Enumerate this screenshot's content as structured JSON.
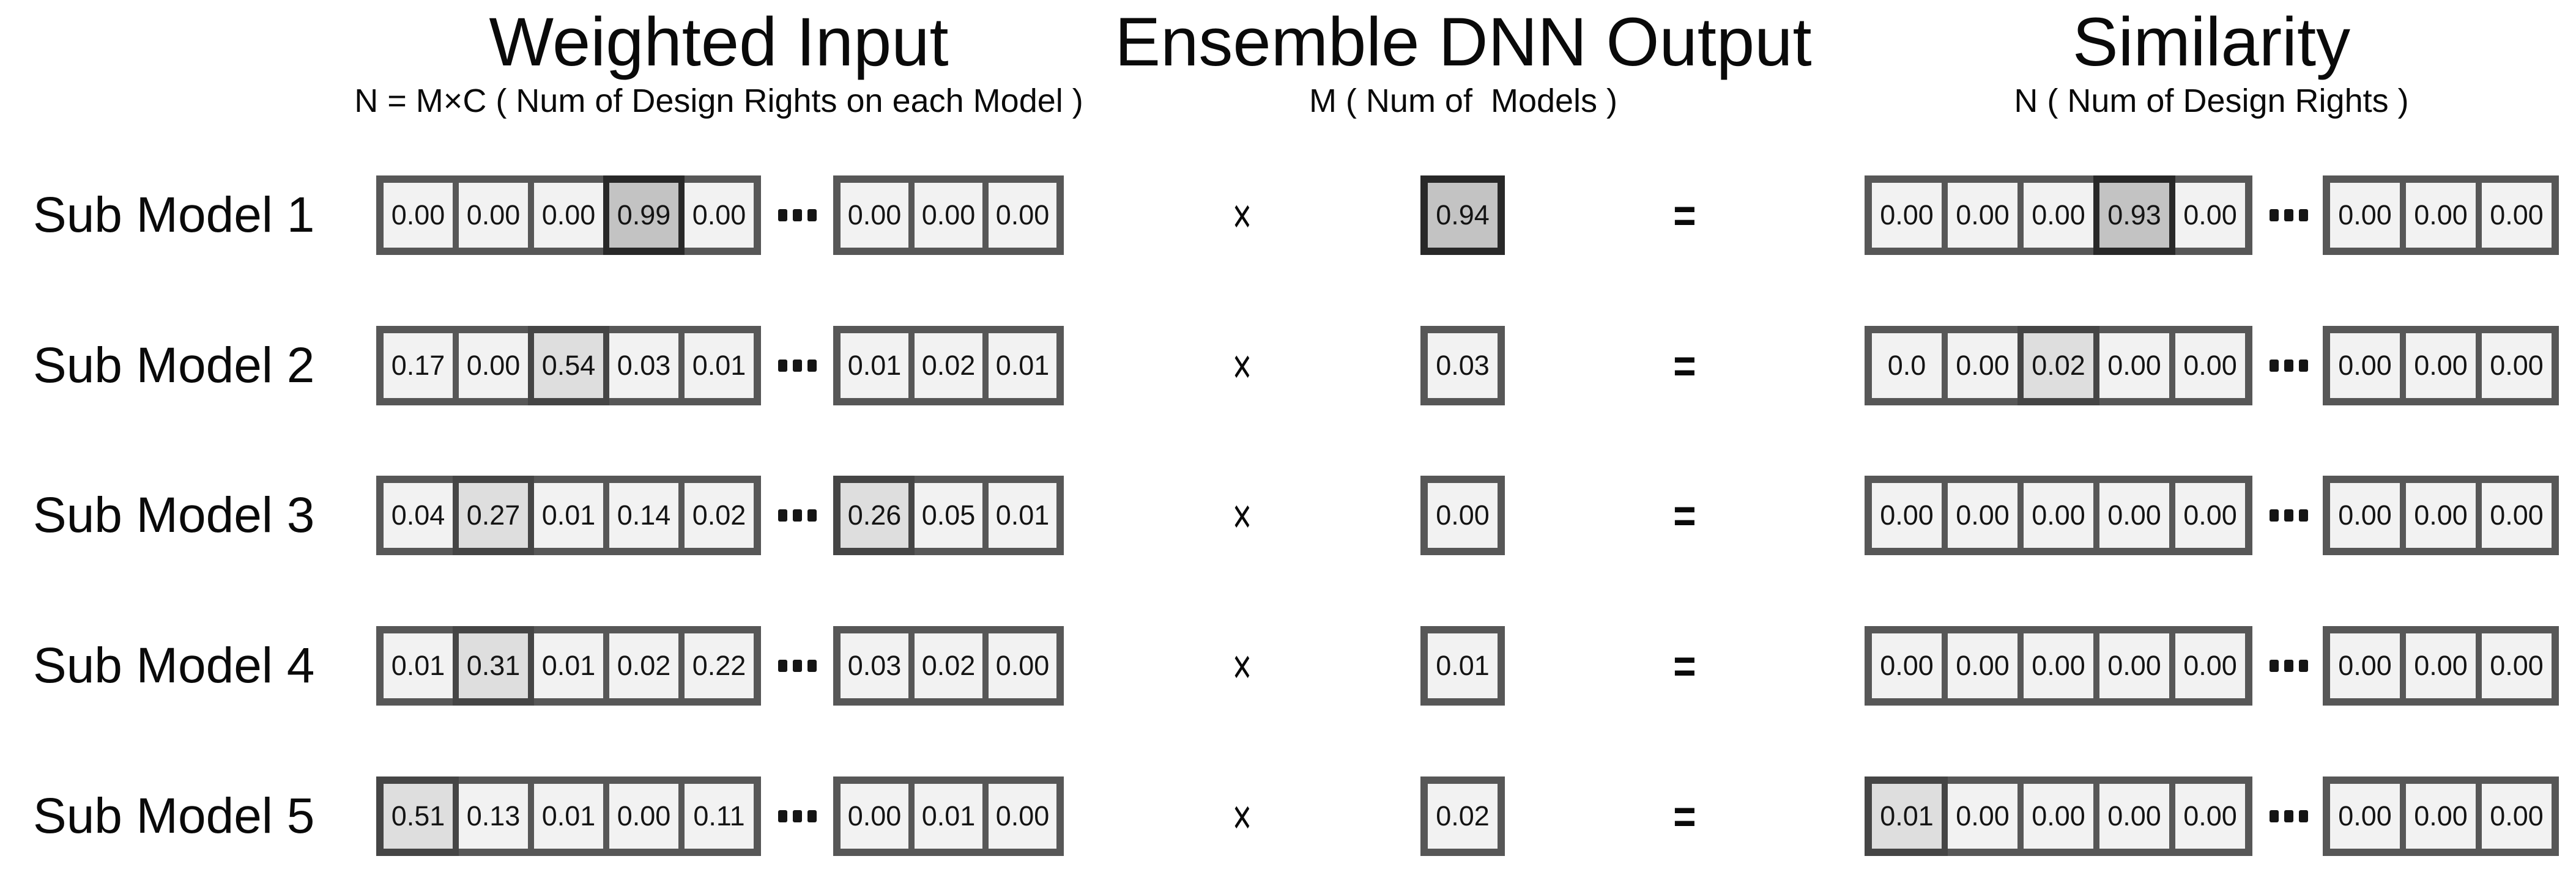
{
  "colors": {
    "frame": "#575757",
    "frame_mid": "#454545",
    "frame_strong": "#282828",
    "cell": "#f2f2f2",
    "cell_mid": "#dedede",
    "cell_strong": "#c3c3c3",
    "text": "#111111"
  },
  "headers": [
    {
      "title": "Weighted Input",
      "subtitle": "N = M×C ( Num of Design Rights on each Model )"
    },
    {
      "title": "Ensemble DNN Output",
      "subtitle": "M ( Num of  Models )"
    },
    {
      "title": "Similarity",
      "subtitle": "N ( Num of Design Rights )"
    }
  ],
  "operators": {
    "multiply": "×",
    "equals": "="
  },
  "ellipsis": "···",
  "rows": [
    {
      "label": "Sub Model 1",
      "weighted_head": [
        {
          "v": "0.00",
          "hl": "none"
        },
        {
          "v": "0.00",
          "hl": "none"
        },
        {
          "v": "0.00",
          "hl": "none"
        },
        {
          "v": "0.99",
          "hl": "strong"
        },
        {
          "v": "0.00",
          "hl": "none"
        }
      ],
      "weighted_tail": [
        {
          "v": "0.00",
          "hl": "none"
        },
        {
          "v": "0.00",
          "hl": "none"
        },
        {
          "v": "0.00",
          "hl": "none"
        }
      ],
      "output": {
        "v": "0.94",
        "hl": "strong"
      },
      "similarity_head": [
        {
          "v": "0.00",
          "hl": "none"
        },
        {
          "v": "0.00",
          "hl": "none"
        },
        {
          "v": "0.00",
          "hl": "none"
        },
        {
          "v": "0.93",
          "hl": "strong"
        },
        {
          "v": "0.00",
          "hl": "none"
        }
      ],
      "similarity_tail": [
        {
          "v": "0.00",
          "hl": "none"
        },
        {
          "v": "0.00",
          "hl": "none"
        },
        {
          "v": "0.00",
          "hl": "none"
        }
      ]
    },
    {
      "label": "Sub Model 2",
      "weighted_head": [
        {
          "v": "0.17",
          "hl": "none"
        },
        {
          "v": "0.00",
          "hl": "none"
        },
        {
          "v": "0.54",
          "hl": "mid"
        },
        {
          "v": "0.03",
          "hl": "none"
        },
        {
          "v": "0.01",
          "hl": "none"
        }
      ],
      "weighted_tail": [
        {
          "v": "0.01",
          "hl": "none"
        },
        {
          "v": "0.02",
          "hl": "none"
        },
        {
          "v": "0.01",
          "hl": "none"
        }
      ],
      "output": {
        "v": "0.03",
        "hl": "none"
      },
      "similarity_head": [
        {
          "v": "0.0",
          "hl": "none"
        },
        {
          "v": "0.00",
          "hl": "none"
        },
        {
          "v": "0.02",
          "hl": "mid"
        },
        {
          "v": "0.00",
          "hl": "none"
        },
        {
          "v": "0.00",
          "hl": "none"
        }
      ],
      "similarity_tail": [
        {
          "v": "0.00",
          "hl": "none"
        },
        {
          "v": "0.00",
          "hl": "none"
        },
        {
          "v": "0.00",
          "hl": "none"
        }
      ]
    },
    {
      "label": "Sub Model 3",
      "weighted_head": [
        {
          "v": "0.04",
          "hl": "none"
        },
        {
          "v": "0.27",
          "hl": "mid"
        },
        {
          "v": "0.01",
          "hl": "none"
        },
        {
          "v": "0.14",
          "hl": "none"
        },
        {
          "v": "0.02",
          "hl": "none"
        }
      ],
      "weighted_tail": [
        {
          "v": "0.26",
          "hl": "mid"
        },
        {
          "v": "0.05",
          "hl": "none"
        },
        {
          "v": "0.01",
          "hl": "none"
        }
      ],
      "output": {
        "v": "0.00",
        "hl": "none"
      },
      "similarity_head": [
        {
          "v": "0.00",
          "hl": "none"
        },
        {
          "v": "0.00",
          "hl": "none"
        },
        {
          "v": "0.00",
          "hl": "none"
        },
        {
          "v": "0.00",
          "hl": "none"
        },
        {
          "v": "0.00",
          "hl": "none"
        }
      ],
      "similarity_tail": [
        {
          "v": "0.00",
          "hl": "none"
        },
        {
          "v": "0.00",
          "hl": "none"
        },
        {
          "v": "0.00",
          "hl": "none"
        }
      ]
    },
    {
      "label": "Sub Model 4",
      "weighted_head": [
        {
          "v": "0.01",
          "hl": "none"
        },
        {
          "v": "0.31",
          "hl": "mid"
        },
        {
          "v": "0.01",
          "hl": "none"
        },
        {
          "v": "0.02",
          "hl": "none"
        },
        {
          "v": "0.22",
          "hl": "none"
        }
      ],
      "weighted_tail": [
        {
          "v": "0.03",
          "hl": "none"
        },
        {
          "v": "0.02",
          "hl": "none"
        },
        {
          "v": "0.00",
          "hl": "none"
        }
      ],
      "output": {
        "v": "0.01",
        "hl": "none"
      },
      "similarity_head": [
        {
          "v": "0.00",
          "hl": "none"
        },
        {
          "v": "0.00",
          "hl": "none"
        },
        {
          "v": "0.00",
          "hl": "none"
        },
        {
          "v": "0.00",
          "hl": "none"
        },
        {
          "v": "0.00",
          "hl": "none"
        }
      ],
      "similarity_tail": [
        {
          "v": "0.00",
          "hl": "none"
        },
        {
          "v": "0.00",
          "hl": "none"
        },
        {
          "v": "0.00",
          "hl": "none"
        }
      ]
    },
    {
      "label": "Sub Model 5",
      "weighted_head": [
        {
          "v": "0.51",
          "hl": "mid"
        },
        {
          "v": "0.13",
          "hl": "none"
        },
        {
          "v": "0.01",
          "hl": "none"
        },
        {
          "v": "0.00",
          "hl": "none"
        },
        {
          "v": "0.11",
          "hl": "none"
        }
      ],
      "weighted_tail": [
        {
          "v": "0.00",
          "hl": "none"
        },
        {
          "v": "0.01",
          "hl": "none"
        },
        {
          "v": "0.00",
          "hl": "none"
        }
      ],
      "output": {
        "v": "0.02",
        "hl": "none"
      },
      "similarity_head": [
        {
          "v": "0.01",
          "hl": "mid"
        },
        {
          "v": "0.00",
          "hl": "none"
        },
        {
          "v": "0.00",
          "hl": "none"
        },
        {
          "v": "0.00",
          "hl": "none"
        },
        {
          "v": "0.00",
          "hl": "none"
        }
      ],
      "similarity_tail": [
        {
          "v": "0.00",
          "hl": "none"
        },
        {
          "v": "0.00",
          "hl": "none"
        },
        {
          "v": "0.00",
          "hl": "none"
        }
      ]
    }
  ]
}
